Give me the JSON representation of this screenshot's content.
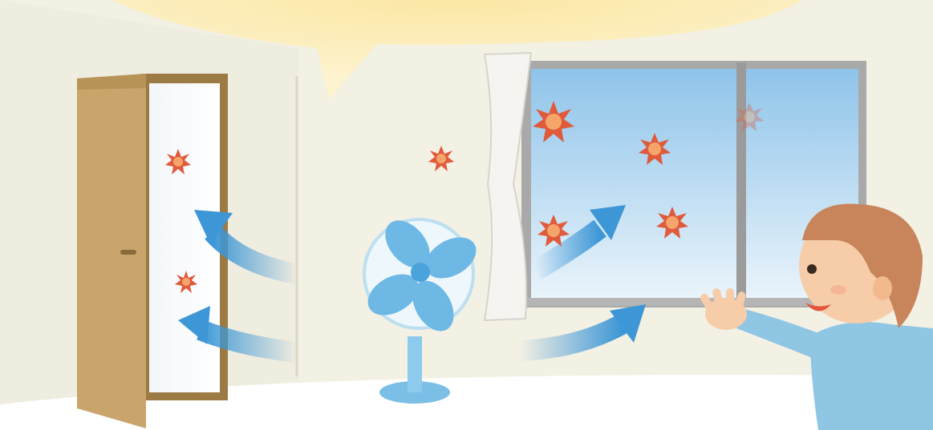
{
  "scene": {
    "description_icons": [
      "ceiling-light-glow",
      "open-door",
      "window-with-curtain",
      "electric-fan",
      "airflow-arrow",
      "virus-germ",
      "child-opening-window"
    ]
  },
  "colors": {
    "wall": "#f2efe2",
    "floor": "#ffffff",
    "light_glow": "#fbeebc",
    "door_frame": "#9c7a45",
    "door_panel": "#c9a56b",
    "sky_top": "#8fc4ea",
    "sky_bottom": "#e8f3fb",
    "window_frame": "#a8a8a8",
    "curtain": "#f4f2ef",
    "fan_blue": "#7cc3ea",
    "arrow_blue": "#3d97d6",
    "germ_red": "#e05a3c",
    "germ_orange": "#f0a050",
    "skin": "#f6cda8",
    "hair": "#c8845a",
    "shirt": "#8fc6e4"
  },
  "germs": [
    {
      "label": "germ-door-top"
    },
    {
      "label": "germ-door-bottom"
    },
    {
      "label": "germ-wall"
    },
    {
      "label": "germ-window-1"
    },
    {
      "label": "germ-window-2"
    },
    {
      "label": "germ-window-3"
    },
    {
      "label": "germ-window-4"
    },
    {
      "label": "germ-window-faint"
    }
  ]
}
